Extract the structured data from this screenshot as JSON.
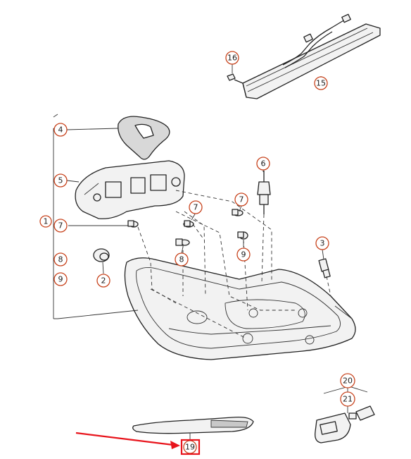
{
  "callouts": [
    {
      "id": "c16",
      "label": "16"
    },
    {
      "id": "c15",
      "label": "15"
    },
    {
      "id": "c4",
      "label": "4"
    },
    {
      "id": "c6",
      "label": "6"
    },
    {
      "id": "c5",
      "label": "5"
    },
    {
      "id": "c7a",
      "label": "7"
    },
    {
      "id": "c7b",
      "label": "7"
    },
    {
      "id": "c7c",
      "label": "7"
    },
    {
      "id": "c1",
      "label": "1"
    },
    {
      "id": "c9a",
      "label": "9"
    },
    {
      "id": "c3",
      "label": "3"
    },
    {
      "id": "c8a",
      "label": "8"
    },
    {
      "id": "c8b",
      "label": "8"
    },
    {
      "id": "c9b",
      "label": "9"
    },
    {
      "id": "c2",
      "label": "2"
    },
    {
      "id": "c20",
      "label": "20"
    },
    {
      "id": "c21",
      "label": "21"
    },
    {
      "id": "c19",
      "label": "19"
    }
  ],
  "highlight": {
    "label": "19",
    "box_color": "#e8141c",
    "arrow_color": "#e8141c"
  },
  "colors": {
    "callout_ring": "#c8441e",
    "line": "#222222"
  }
}
